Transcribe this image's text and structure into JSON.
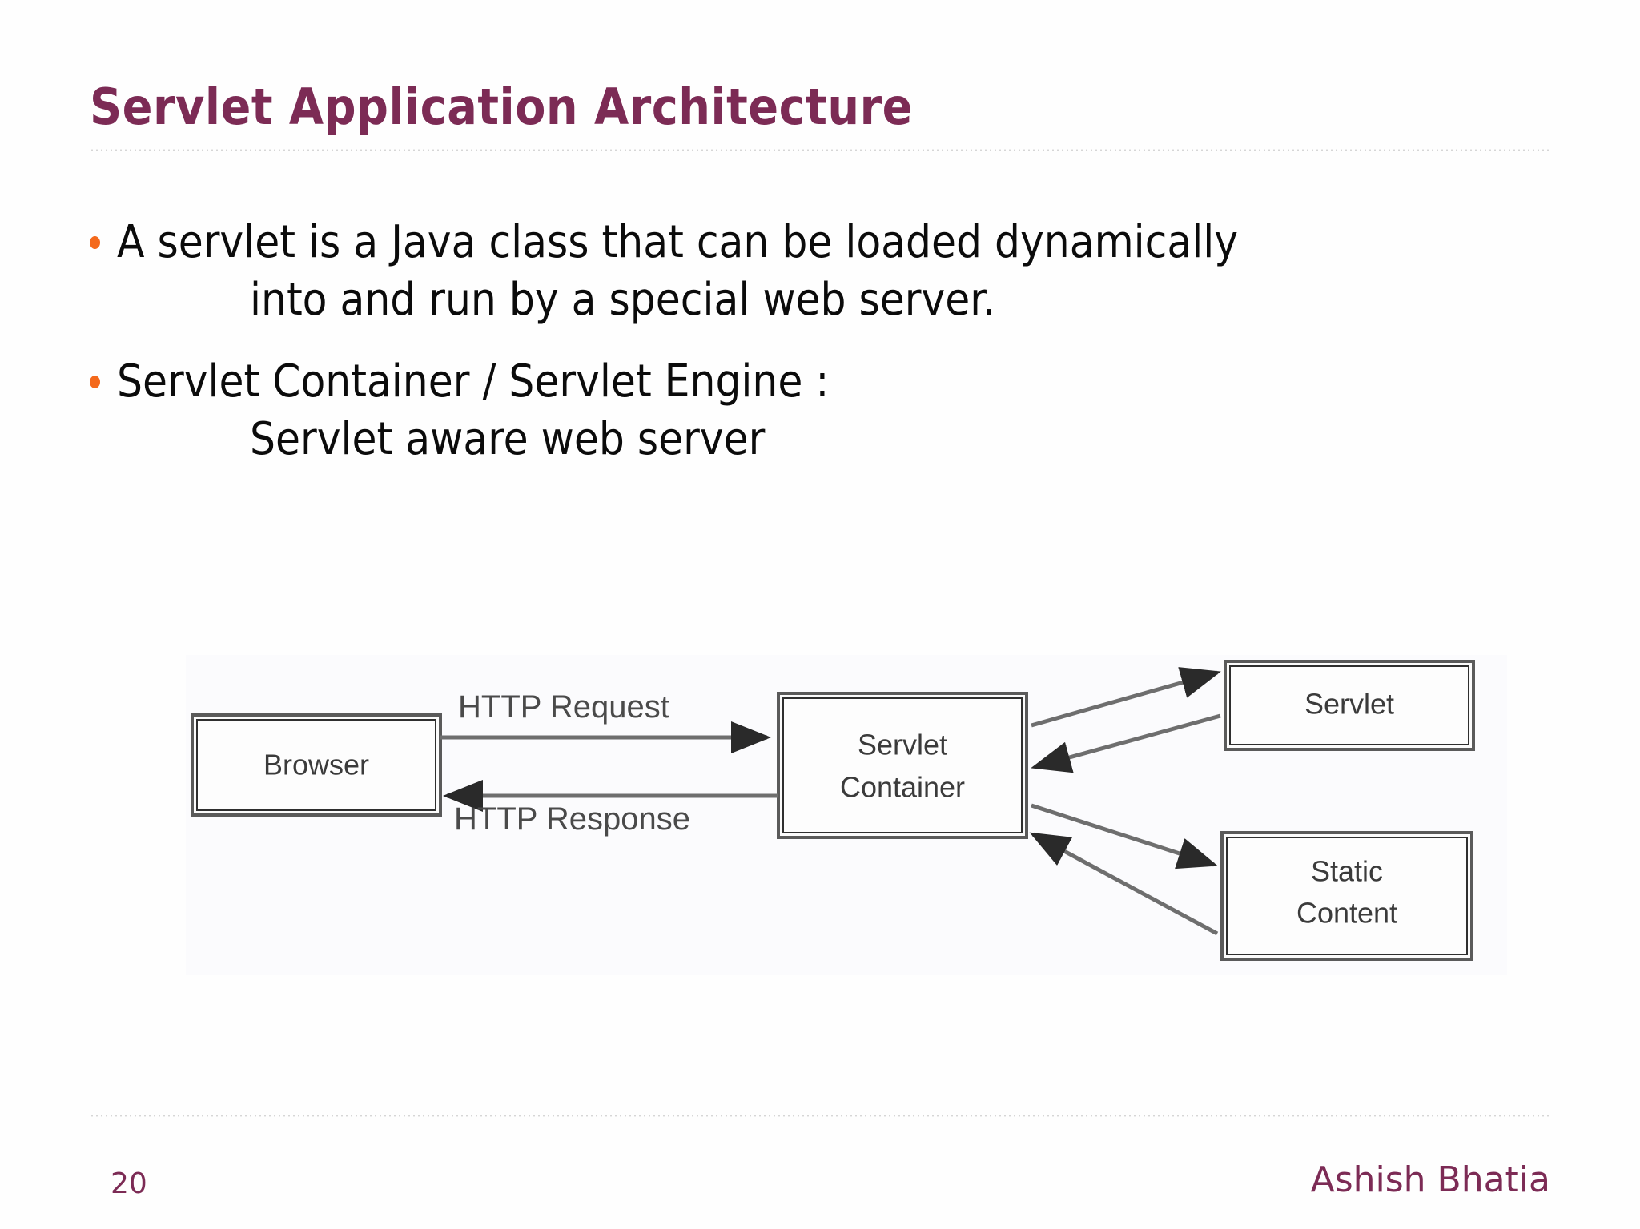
{
  "slide": {
    "title": "Servlet Application Architecture",
    "page_number": "20",
    "author": "Ashish Bhatia",
    "accent_color": "#7c2b55",
    "bullet_color": "#f4691c",
    "background_color": "#fefefe"
  },
  "body": {
    "bullets": [
      {
        "text": "A servlet is a Java class that can be loaded dynamically",
        "continuation": "into and run by a special web server."
      },
      {
        "text": "Servlet Container / Servlet Engine :",
        "continuation": "Servlet aware web server"
      }
    ]
  },
  "figure": {
    "nodes": [
      {
        "id": "browser",
        "label": "Browser"
      },
      {
        "id": "servlet-container",
        "label_line1": "Servlet",
        "label_line2": "Container"
      },
      {
        "id": "servlet",
        "label": "Servlet"
      },
      {
        "id": "static-content",
        "label_line1": "Static",
        "label_line2": "Content"
      }
    ],
    "edges": [
      {
        "id": "http-request",
        "label": "HTTP Request",
        "from": "browser",
        "to": "servlet-container"
      },
      {
        "id": "http-response",
        "label": "HTTP Response",
        "from": "servlet-container",
        "to": "browser"
      },
      {
        "id": "container-to-servlet",
        "label": "",
        "from": "servlet-container",
        "to": "servlet"
      },
      {
        "id": "servlet-to-container",
        "label": "",
        "from": "servlet",
        "to": "servlet-container"
      },
      {
        "id": "container-to-static",
        "label": "",
        "from": "servlet-container",
        "to": "static-content"
      },
      {
        "id": "static-to-container",
        "label": "",
        "from": "static-content",
        "to": "servlet-container"
      }
    ]
  }
}
